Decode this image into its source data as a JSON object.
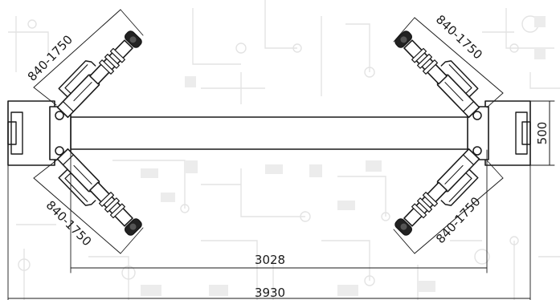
{
  "diagram": {
    "labels": {
      "arm_top_left": "840-1750",
      "arm_top_right": "840-1750",
      "arm_bottom_left": "840-1750",
      "arm_bottom_right": "840-1750",
      "height": "500",
      "inner_width": "3028",
      "overall_width": "3930"
    }
  }
}
